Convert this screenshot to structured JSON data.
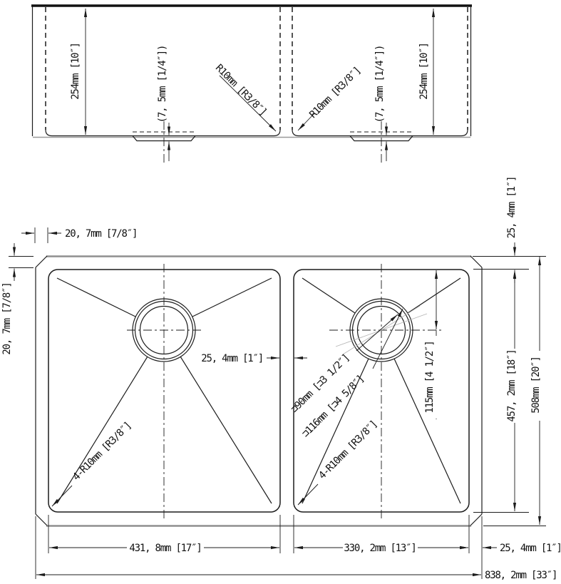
{
  "title": "Double bowl undermount sink dimensional drawing",
  "colors": {
    "line": "#1c1c1c",
    "outer_edge": "#8f8f8f",
    "background": "#ffffff"
  },
  "front_view": {
    "depth_left": "254mm [10″]",
    "depth_right": "254mm [10″]",
    "boss_depth_left": "(7, 5mm [1/4″])",
    "boss_depth_right": "(7, 5mm [1/4″])",
    "corner_radius_left": "R10mm [R3/8″]",
    "corner_radius_right": "R10mm [R3/8″]"
  },
  "plan_view": {
    "chamfer_horizontal": "20, 7mm [7/8″]",
    "chamfer_vertical": "20, 7mm [7/8″]",
    "rim_top_right": "25, 4mm [1″]",
    "divider_width": "25, 4mm [1″]",
    "rim_bottom_right": "25, 4mm [1″]",
    "drain_diameter_inner": "⊐90mm [⊐3 1/2″]",
    "drain_diameter_outer": "⊐116mm [⊐4 5/8″]",
    "drain_offset": "115mm [4 1/2″]",
    "bowl_corner_radius_left": "4-R10mm [R3/8″]",
    "bowl_corner_radius_right": "4-R10mm [R3/8″]",
    "inner_depth": "457, 2mm [18″]",
    "outer_depth": "508mm [20″]",
    "left_bowl_width": "431, 8mm [17″]",
    "right_bowl_width": "330, 2mm [13″]",
    "overall_width": "838, 2mm [33″]"
  }
}
